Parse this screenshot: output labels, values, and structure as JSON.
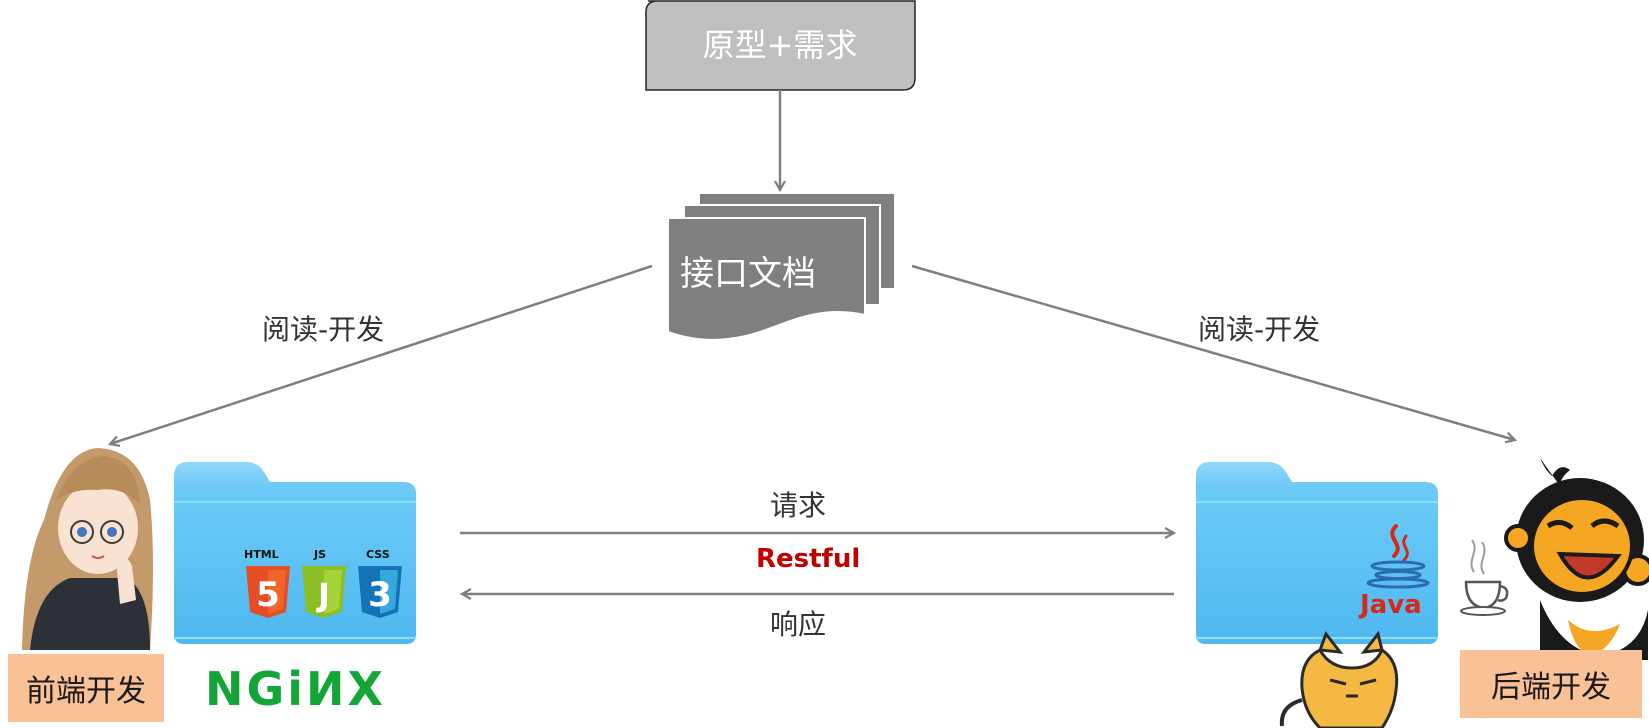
{
  "nodes": {
    "requirements": "原型+需求",
    "api_doc": "接口文档",
    "frontend": "前端开发",
    "backend": "后端开发"
  },
  "edges": {
    "read_dev_left": "阅读-开发",
    "read_dev_right": "阅读-开发",
    "request": "请求",
    "protocol": "Restful",
    "response": "响应"
  },
  "logos": {
    "nginx": "NGiИX",
    "java": "Java",
    "html": "HTML",
    "js": "JS",
    "css": "CSS",
    "html_num": "5",
    "js_num": "J",
    "css_num": "3"
  },
  "colors": {
    "requirements_box": "#bfbfbf",
    "api_doc": "#7f7f7f",
    "arrow": "#7f7f7f",
    "role_box": "#f9c195",
    "folder": "#5bc3f5",
    "restful": "#c00000",
    "nginx": "#13a538",
    "java": "#d5291c"
  },
  "icons": [
    "anime-girl-icon",
    "folder-icon",
    "html5-icon",
    "js-icon",
    "css3-icon",
    "java-icon",
    "tomcat-icon",
    "monkey-icon",
    "coffee-cup-icon"
  ]
}
